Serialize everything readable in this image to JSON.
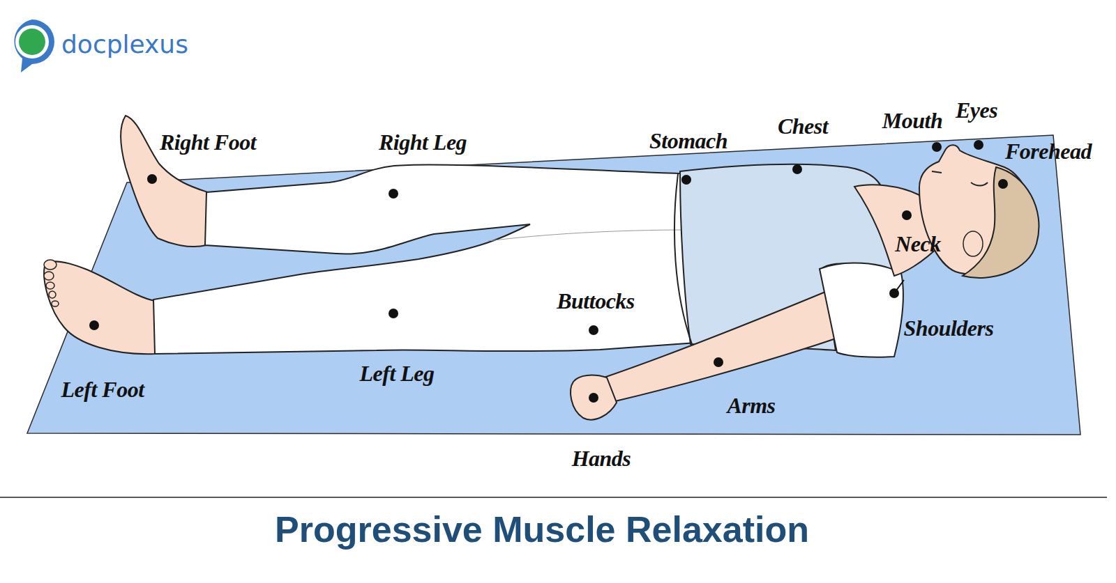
{
  "diagram": {
    "title": "Progressive Muscle Relaxation",
    "labels": [
      "docplexus",
      "Right Foot",
      "Right Leg",
      "Stomach",
      "Chest",
      "Mouth",
      "Eyes",
      "Forehead",
      "Neck",
      "Buttocks",
      "Shoulders",
      "Left Foot",
      "Left Leg",
      "Arms",
      "Hands"
    ]
  }
}
